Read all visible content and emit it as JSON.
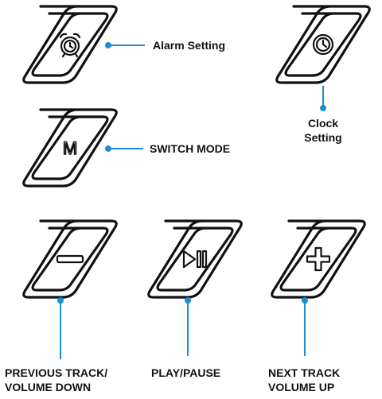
{
  "colors": {
    "connector": "#1a8fd6",
    "key_outline": "#111111",
    "background": "#ffffff"
  },
  "buttons": [
    {
      "id": "alarm",
      "icon": "alarm-clock-icon",
      "label_lines": [
        "Alarm Setting"
      ]
    },
    {
      "id": "clock",
      "icon": "clock-face-icon",
      "label_lines": [
        "Clock",
        "Setting"
      ]
    },
    {
      "id": "mode",
      "icon": "letter-m-icon",
      "glyph": "M",
      "label_lines": [
        "SWITCH MODE"
      ]
    },
    {
      "id": "prev",
      "icon": "minus-icon",
      "label_lines": [
        "PREVIOUS TRACK/",
        "VOLUME DOWN"
      ]
    },
    {
      "id": "play",
      "icon": "play-pause-icon",
      "label_lines": [
        "PLAY/PAUSE"
      ]
    },
    {
      "id": "next",
      "icon": "plus-icon",
      "label_lines": [
        "NEXT TRACK",
        "VOLUME UP"
      ]
    }
  ]
}
